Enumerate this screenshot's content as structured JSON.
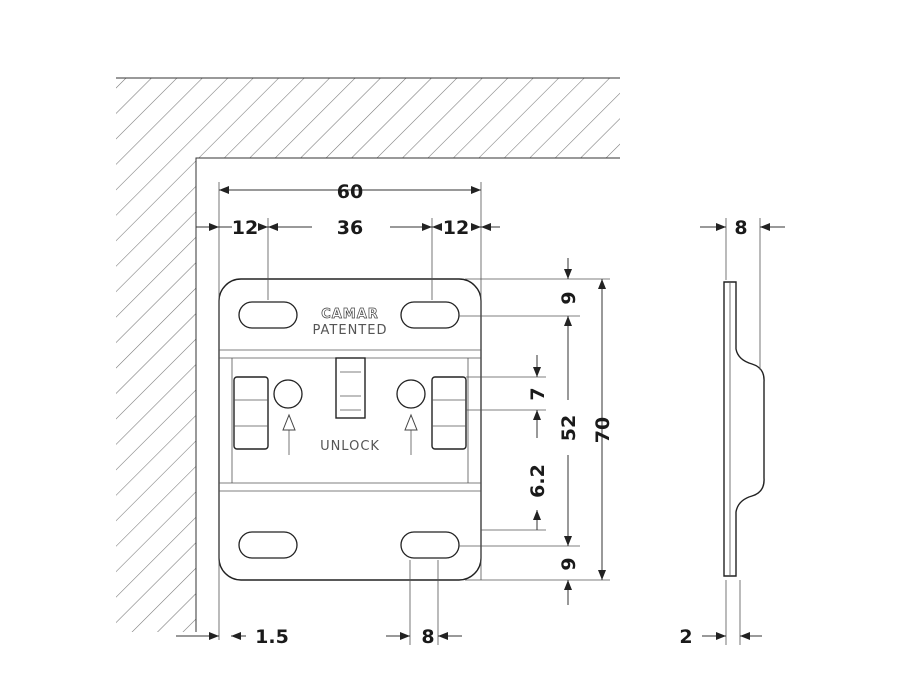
{
  "labels": {
    "brand": "CAMAR",
    "patented": "PATENTED",
    "unlock": "UNLOCK"
  },
  "dimensions": {
    "overall_width": "60",
    "left_margin": "12",
    "center_span": "36",
    "right_margin": "12",
    "thickness_side": "8",
    "top_slot_offset": "9",
    "tab_height": "7",
    "inner_height": "52",
    "overall_height": "70",
    "lower_offset": "6.2",
    "bottom_slot_offset": "9",
    "wall_offset": "1.5",
    "slot_width": "8",
    "plate_thickness": "2"
  },
  "colors": {
    "line": "#333333",
    "text": "#1a1a1a"
  }
}
